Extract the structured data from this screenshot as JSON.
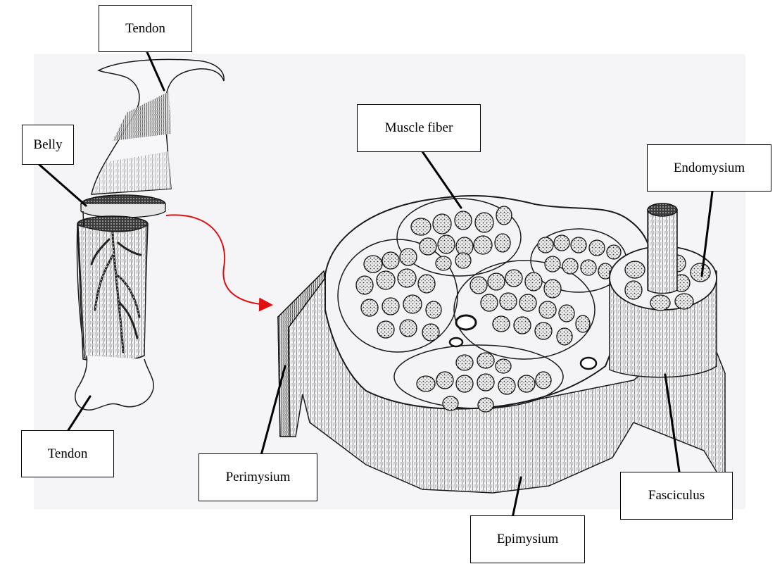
{
  "labels": {
    "tendon_top": "Tendon",
    "belly": "Belly",
    "tendon_bottom": "Tendon",
    "muscle_fiber": "Muscle fiber",
    "endomysium": "Endomysium",
    "perimysium": "Perimysium",
    "fasciculus": "Fasciculus",
    "epimysium": "Epimysium"
  },
  "colors": {
    "paper": "#f5f5f8",
    "ink": "#1a1a1a",
    "arrow": "#e01010",
    "fiber_fill": "#d8d8d8"
  }
}
